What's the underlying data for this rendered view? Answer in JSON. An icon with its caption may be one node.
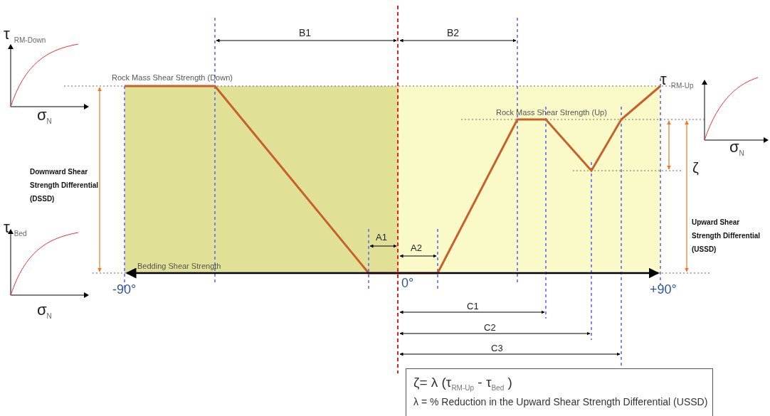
{
  "diagram": {
    "nodes": [
      {
        "text": [
          "ζ=  λ (τ$_{RM-Up}$ - τ$_{Bed}$ )",
          "λ = % Reduction in the Upward Shear Strength Differential (USSD)"
        ]
      }
    ],
    "labels": [
      "τ $_{RM-Down}$",
      "B1",
      "B2",
      "τ $_{RM-Up}$",
      "Rock Mass Shear Strength (Down)",
      "σ$_{N}$",
      "Rock Mass Shear Strength (Up)",
      "σ$_{N}$",
      "ζ",
      "Downward Shear Strength Differential (DSSD)",
      "τ $_{Bed}$",
      "A1",
      "A2",
      "Upward Shear Strength Differential (USSD)",
      "Bedding Shear Strength",
      "-90°",
      "0°",
      "+90°",
      "σ$_{N}$",
      "C1",
      "C2",
      "C3"
    ]
  }
}
